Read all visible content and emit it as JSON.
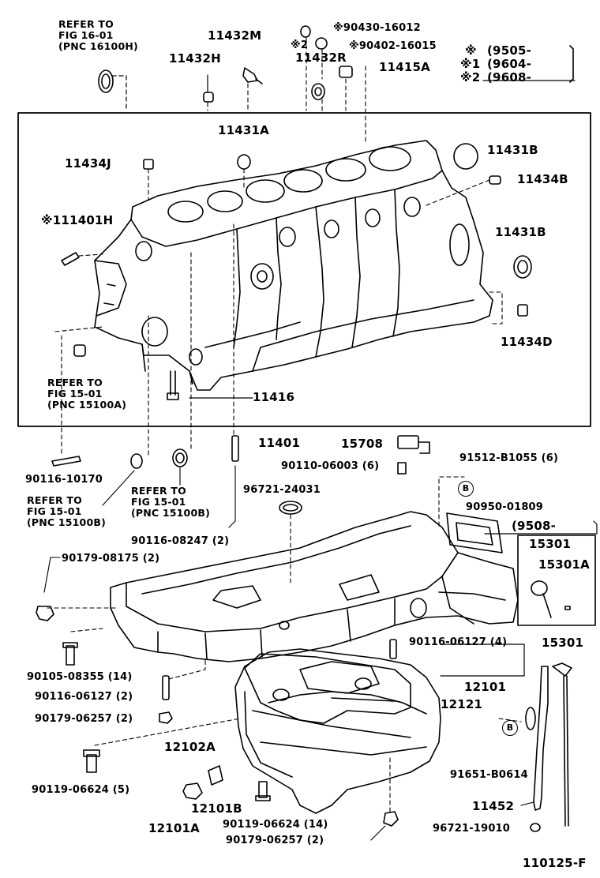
{
  "drawing_id": "110125-F",
  "legend": {
    "mark0": "※",
    "date0": "(9505-",
    "mark1": "※1",
    "date1": "(9604-",
    "mark2": "※2",
    "date2": "(9608-"
  },
  "top_parts": {
    "p90430": "※90430-16012",
    "p90402": "※90402-16015",
    "mark2": "※2",
    "p11432M": "11432M",
    "p11432H": "11432H",
    "p11432R": "11432R",
    "p11415A": "11415A",
    "ref1_line1": "REFER TO",
    "ref1_line2": "FIG 16-01",
    "ref1_line3": "(PNC 16100H)"
  },
  "block_parts": {
    "p11431A": "11431A",
    "p11434J": "11434J",
    "p11431B_top": "11431B",
    "p11434B": "11434B",
    "p11401H": "※111401H",
    "p11431B_mid": "11431B",
    "p11434D": "11434D",
    "p11416": "11416",
    "ref2_line1": "REFER TO",
    "ref2_line2": "FIG 15-01",
    "ref2_line3": "(PNC 15100A)",
    "assembly": "11401"
  },
  "pan_parts": {
    "p15708": "15708",
    "p90110": "90110-06003 (6)",
    "p91512": "91512-B1055 (6)",
    "p90950": "90950-01809",
    "date_box": "(9508-",
    "p15301_box": "15301",
    "p15301A": "15301A",
    "p90116_10170": "90116-10170",
    "ref3_line1": "REFER TO",
    "ref3_line2": "FIG 15-01",
    "ref3_line3": "(PNC 15100B)",
    "ref4_line1": "REFER TO",
    "ref4_line2": "FIG 15-01",
    "ref4_line3": "(PNC 15100B)",
    "p96721_24031": "96721-24031",
    "p90116_08247": "90116-08247 (2)",
    "p90179_08175": "90179-08175 (2)",
    "p90105": "90105-08355 (14)",
    "p90116_06127a": "90116-06127 (2)",
    "p90179_06257a": "90179-06257 (2)",
    "p12102A": "12102A",
    "p90119_06624a": "90119-06624 (5)",
    "p12101B": "12101B",
    "p12101A": "12101A",
    "p90119_06624b": "90119-06624 (14)",
    "p90179_06257b": "90179-06257 (2)",
    "p90116_06127b": "90116-06127 (4)",
    "p12101": "12101",
    "p12121": "12121",
    "p15301": "15301",
    "p91651": "91651-B0614",
    "p11452": "11452",
    "p96721_19010": "96721-19010",
    "circle_b": "B"
  }
}
